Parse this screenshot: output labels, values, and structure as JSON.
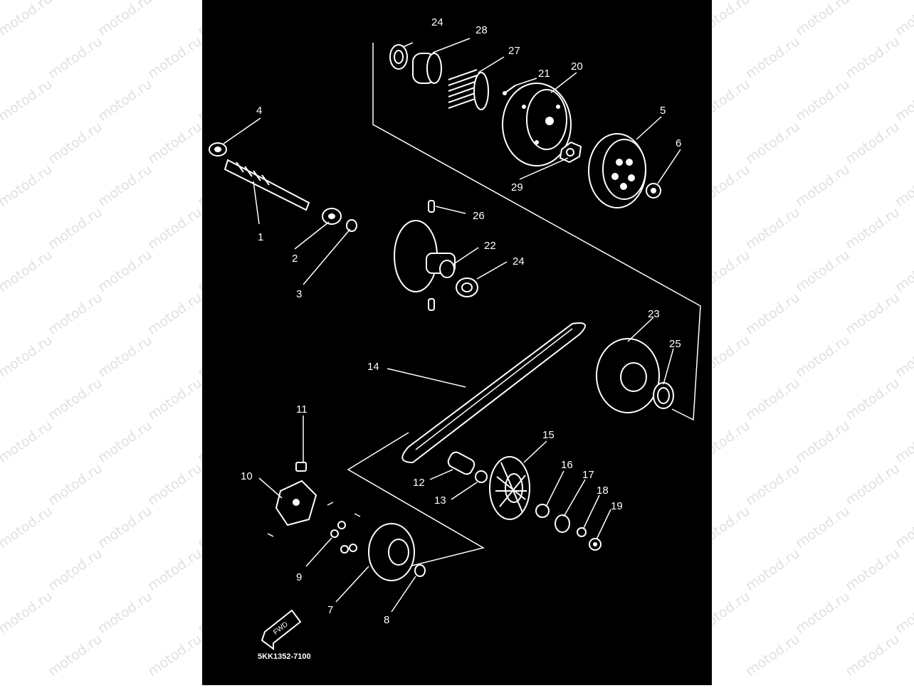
{
  "watermark": "motod.ru",
  "drawing_code": "5KK1352-7100",
  "fwd_label": "FWD",
  "callouts": {
    "c1": "1",
    "c2": "2",
    "c3": "3",
    "c4": "4",
    "c5": "5",
    "c6": "6",
    "c7": "7",
    "c8": "8",
    "c9": "9",
    "c10": "10",
    "c11": "11",
    "c12": "12",
    "c13": "13",
    "c14": "14",
    "c15": "15",
    "c16": "16",
    "c17": "17",
    "c18": "18",
    "c19": "19",
    "c20": "20",
    "c21": "21",
    "c22": "22",
    "c23": "23",
    "c24a": "24",
    "c24b": "24",
    "c25": "25",
    "c26": "26",
    "c27": "27",
    "c28": "28",
    "c29": "29"
  }
}
